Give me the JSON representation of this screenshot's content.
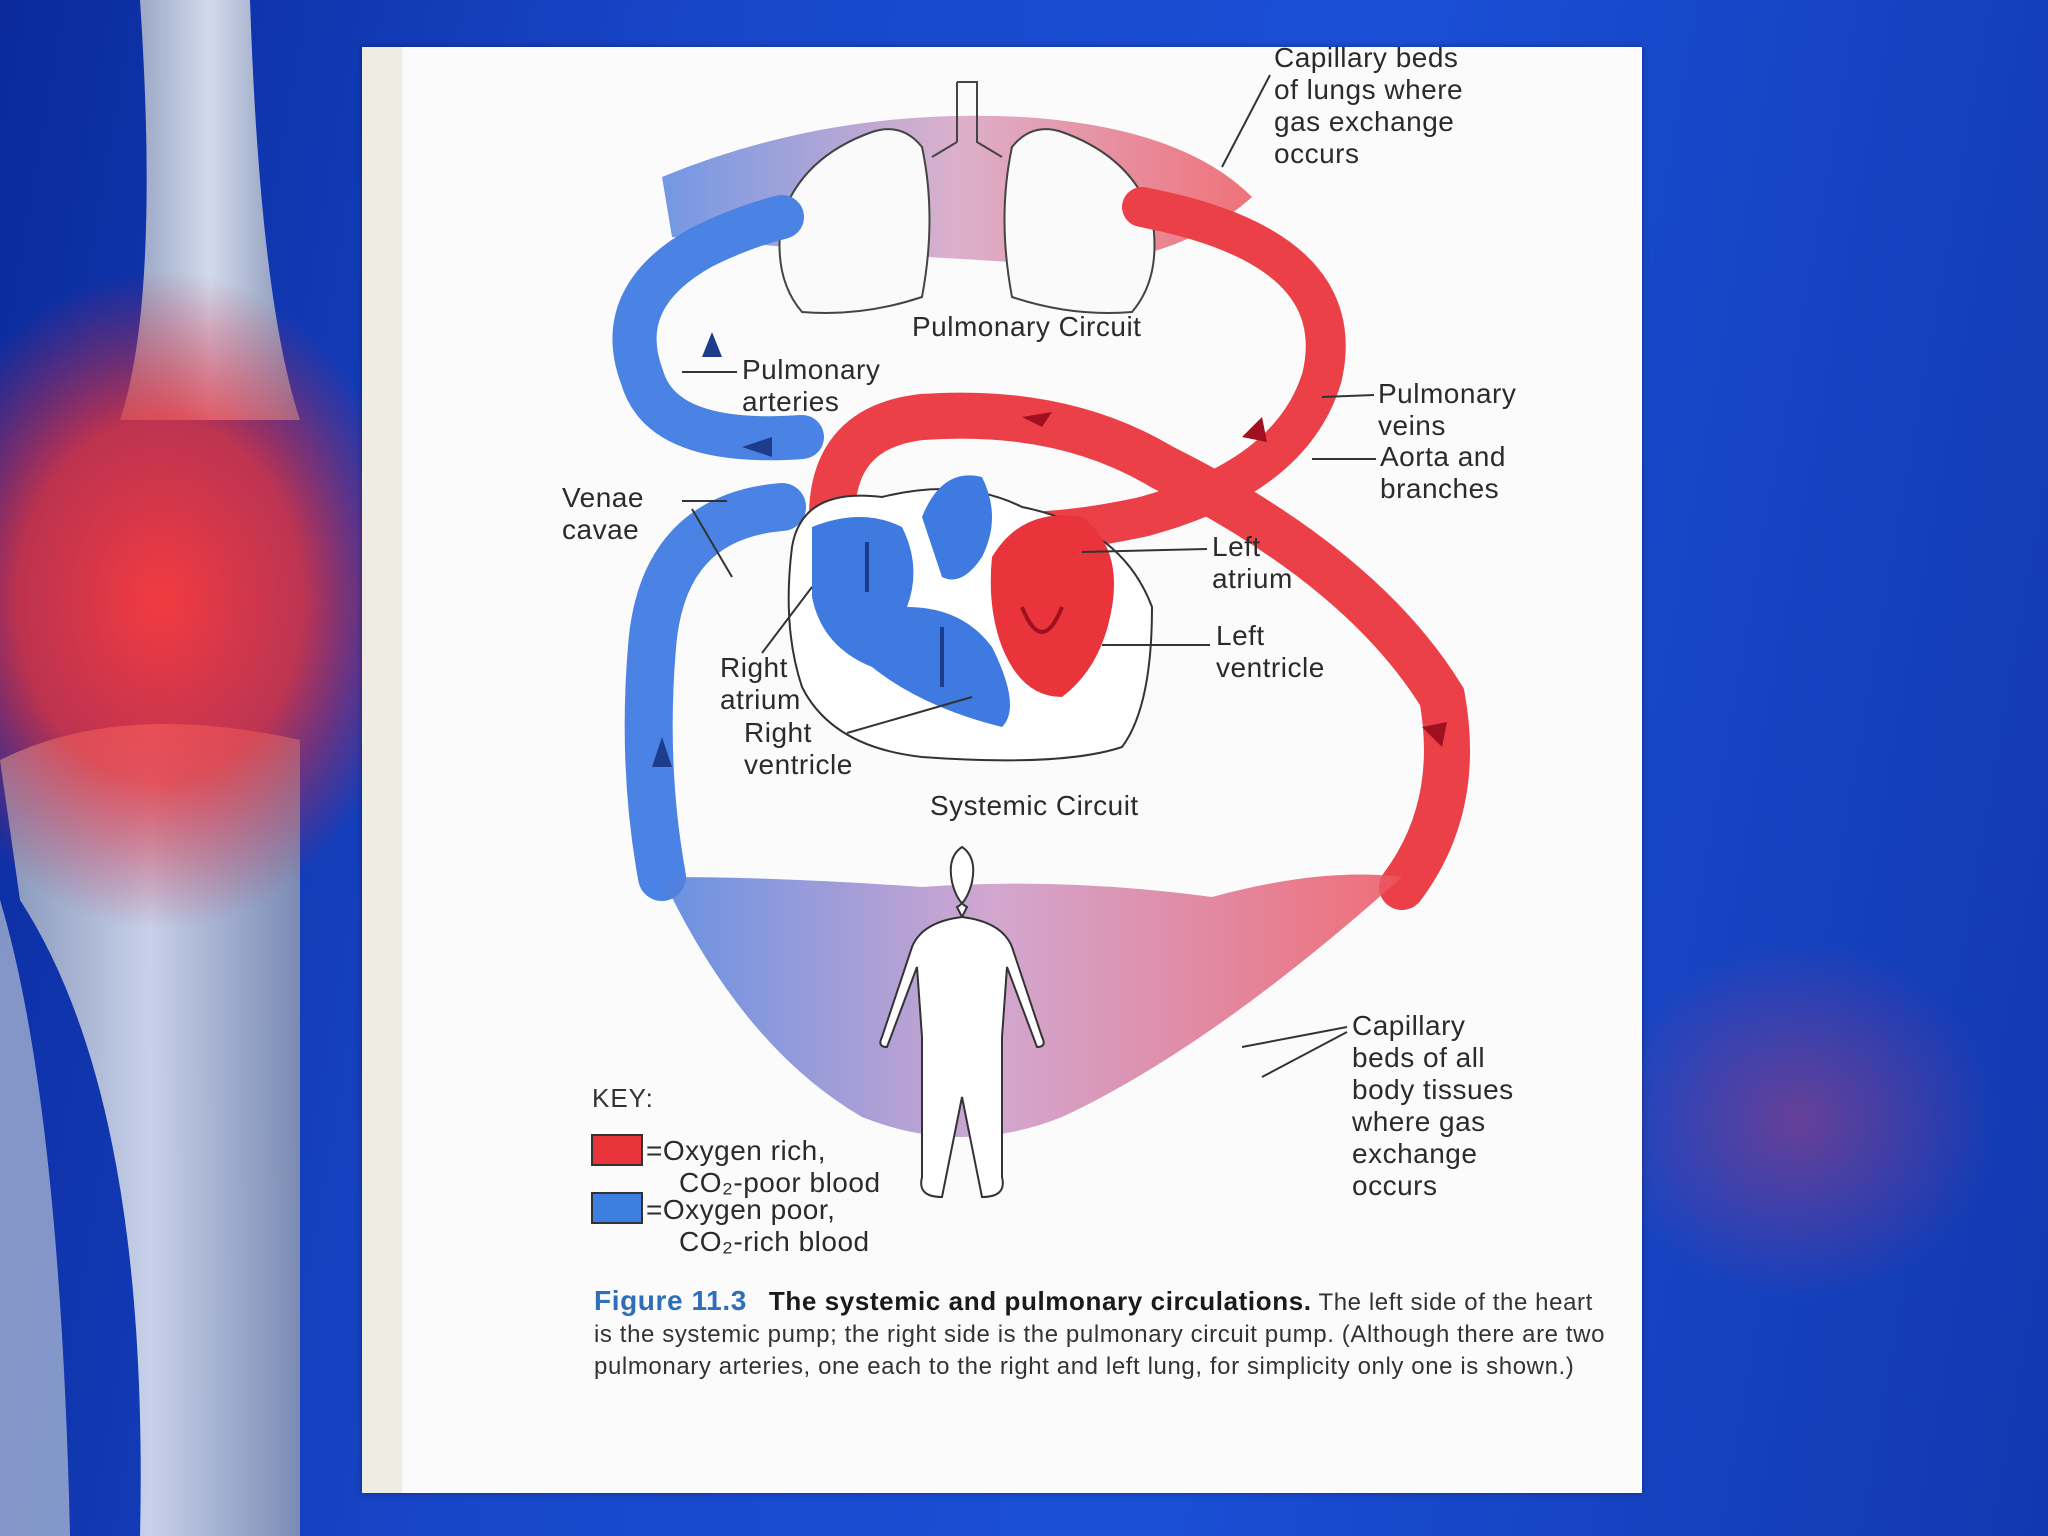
{
  "labels": {
    "capillary_lungs": [
      "Capillary beds",
      "of lungs where",
      "gas exchange",
      "occurs"
    ],
    "pulmonary_circuit": "Pulmonary Circuit",
    "pulmonary_arteries": [
      "Pulmonary",
      "arteries"
    ],
    "pulmonary_veins": [
      "Pulmonary",
      "veins"
    ],
    "aorta": [
      "Aorta and",
      "branches"
    ],
    "venae_cavae": [
      "Venae",
      "cavae"
    ],
    "left_atrium": [
      "Left",
      "atrium"
    ],
    "left_ventricle": [
      "Left",
      "ventricle"
    ],
    "right_atrium": [
      "Right",
      "atrium"
    ],
    "right_ventricle": [
      "Right",
      "ventricle"
    ],
    "systemic_circuit": "Systemic Circuit",
    "capillary_body": [
      "Capillary",
      "beds of all",
      "body tissues",
      "where gas",
      "exchange",
      "occurs"
    ]
  },
  "key": {
    "title": "KEY:",
    "items": [
      {
        "line1": "=Oxygen rich,",
        "line2": "CO₂-poor blood",
        "color": "#e8343a"
      },
      {
        "line1": "=Oxygen poor,",
        "line2": "CO₂-rich blood",
        "color": "#3d7fe0"
      }
    ]
  },
  "caption": {
    "figure_number": "Figure 11.3",
    "title": "The systemic and pulmonary circulations.",
    "text": "The left side of the heart is the systemic pump; the right side is the pulmonary circuit pump. (Although there are two pulmonary arteries, one each to the right and left lung, for simplicity only one is shown.)"
  },
  "colors": {
    "oxygen_rich": "#e8343a",
    "oxygen_poor": "#3d7fe0",
    "capillary_mix": "#c98fb8",
    "background": "#1a4fd6"
  }
}
